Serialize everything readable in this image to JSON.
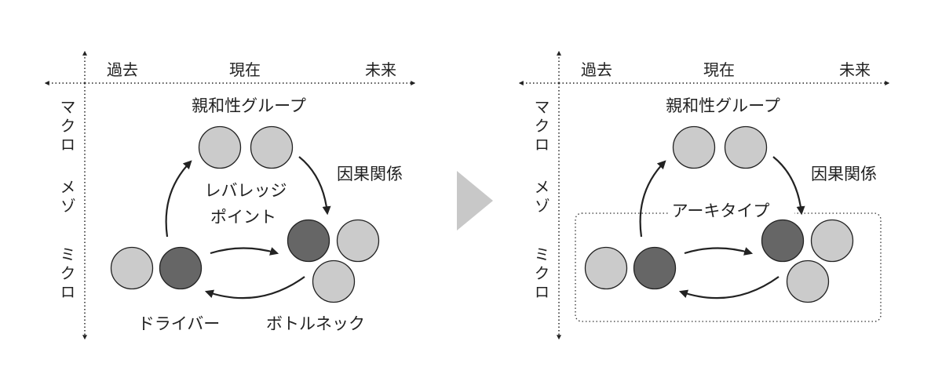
{
  "colors": {
    "light": "#cbcbcb",
    "dark": "#666666",
    "stroke": "#222222",
    "play": "#c8c8c8"
  },
  "panels": [
    {
      "time_axis": [
        "過去",
        "現在",
        "未来"
      ],
      "scale_axis": [
        "マクロ",
        "メゾ",
        "ミクロ"
      ],
      "affinity_group": "親和性グループ",
      "causality": "因果関係",
      "leverage_line1": "レバレッジ",
      "leverage_line2": "ポイント",
      "driver": "ドライバー",
      "bottleneck": "ボトルネック"
    },
    {
      "time_axis": [
        "過去",
        "現在",
        "未来"
      ],
      "scale_axis": [
        "マクロ",
        "メゾ",
        "ミクロ"
      ],
      "affinity_group": "親和性グループ",
      "causality": "因果関係",
      "archetype": "アーキタイプ"
    }
  ]
}
